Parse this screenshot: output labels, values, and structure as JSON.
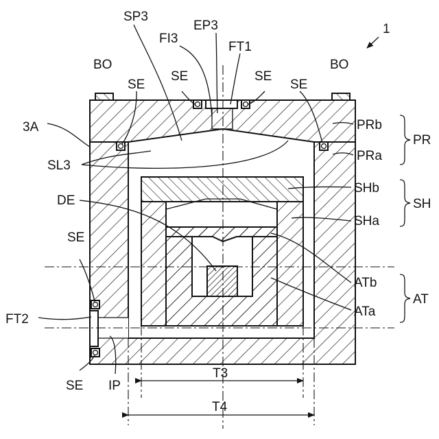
{
  "figure_number": "1",
  "labels": {
    "SP3": "SP3",
    "EP3": "EP3",
    "FI3": "FI3",
    "FT1": "FT1",
    "BO_left": "BO",
    "BO_right": "BO",
    "SE_top_left": "SE",
    "SE_top_mid_left": "SE",
    "SE_top_mid_right": "SE",
    "SE_top_right": "SE",
    "SE_side_upper": "SE",
    "SE_side_lower": "SE",
    "label_3A": "3A",
    "SL3": "SL3",
    "DE": "DE",
    "FT2": "FT2",
    "IP": "IP",
    "PRb": "PRb",
    "PRa": "PRa",
    "PR": "PR",
    "SHb": "SHb",
    "SHa": "SHa",
    "SH": "SH",
    "ATb": "ATb",
    "ATa": "ATa",
    "AT": "AT",
    "T3": "T3",
    "T4": "T4"
  },
  "colors": {
    "line": "#111111",
    "background": "#ffffff"
  }
}
